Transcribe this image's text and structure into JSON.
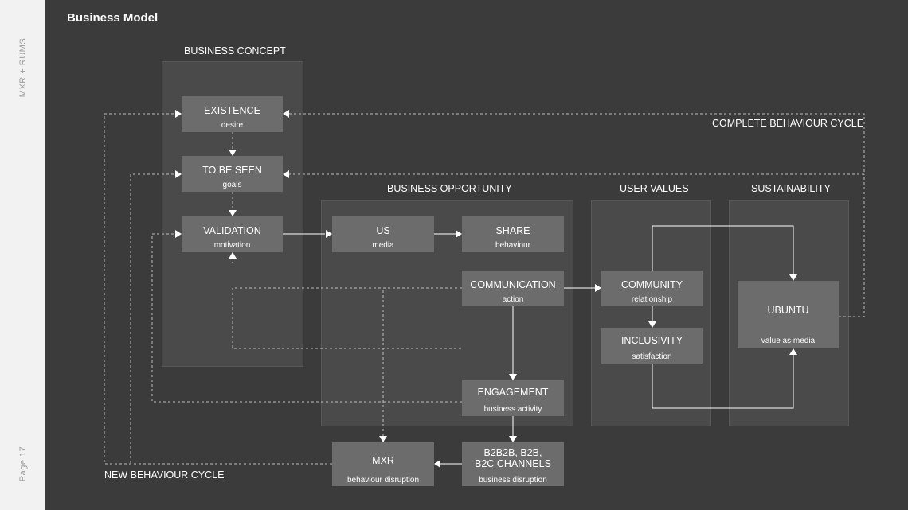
{
  "title": "Business Model",
  "sidebar": {
    "brand": "MXR + RŪMS",
    "page": "Page 17"
  },
  "labels": {
    "concept": "BUSINESS CONCEPT",
    "opportunity": "BUSINESS OPPORTUNITY",
    "user_values": "USER VALUES",
    "sustainability": "SUSTAINABILITY",
    "complete_cycle": "COMPLETE BEHAVIOUR CYCLE",
    "new_cycle": "NEW BEHAVIOUR CYCLE"
  },
  "nodes": {
    "existence": {
      "title": "EXISTENCE",
      "sub": "desire"
    },
    "to_be_seen": {
      "title": "TO BE SEEN",
      "sub": "goals"
    },
    "validation": {
      "title": "VALIDATION",
      "sub": "motivation"
    },
    "us": {
      "title": "US",
      "sub": "media"
    },
    "share": {
      "title": "SHARE",
      "sub": "behaviour"
    },
    "communication": {
      "title": "COMMUNICATION",
      "sub": "action"
    },
    "engagement": {
      "title": "ENGAGEMENT",
      "sub": "business activity"
    },
    "community": {
      "title": "COMMUNITY",
      "sub": "relationship"
    },
    "inclusivity": {
      "title": "INCLUSIVITY",
      "sub": "satisfaction"
    },
    "ubuntu": {
      "title": "UBUNTU",
      "sub": "value as media"
    },
    "mxr": {
      "title": "MXR",
      "sub": "behaviour disruption"
    },
    "b2b": {
      "title": "B2B2B, B2B,\nB2C CHANNELS",
      "sub": "business disruption"
    }
  },
  "colors": {
    "background": "#3b3b3c",
    "panel": "#4a4a4a",
    "node": "#6c6c6c",
    "line": "#ffffff",
    "dashed": "#bdbdbd",
    "sidebar": "#f2f2f2"
  }
}
